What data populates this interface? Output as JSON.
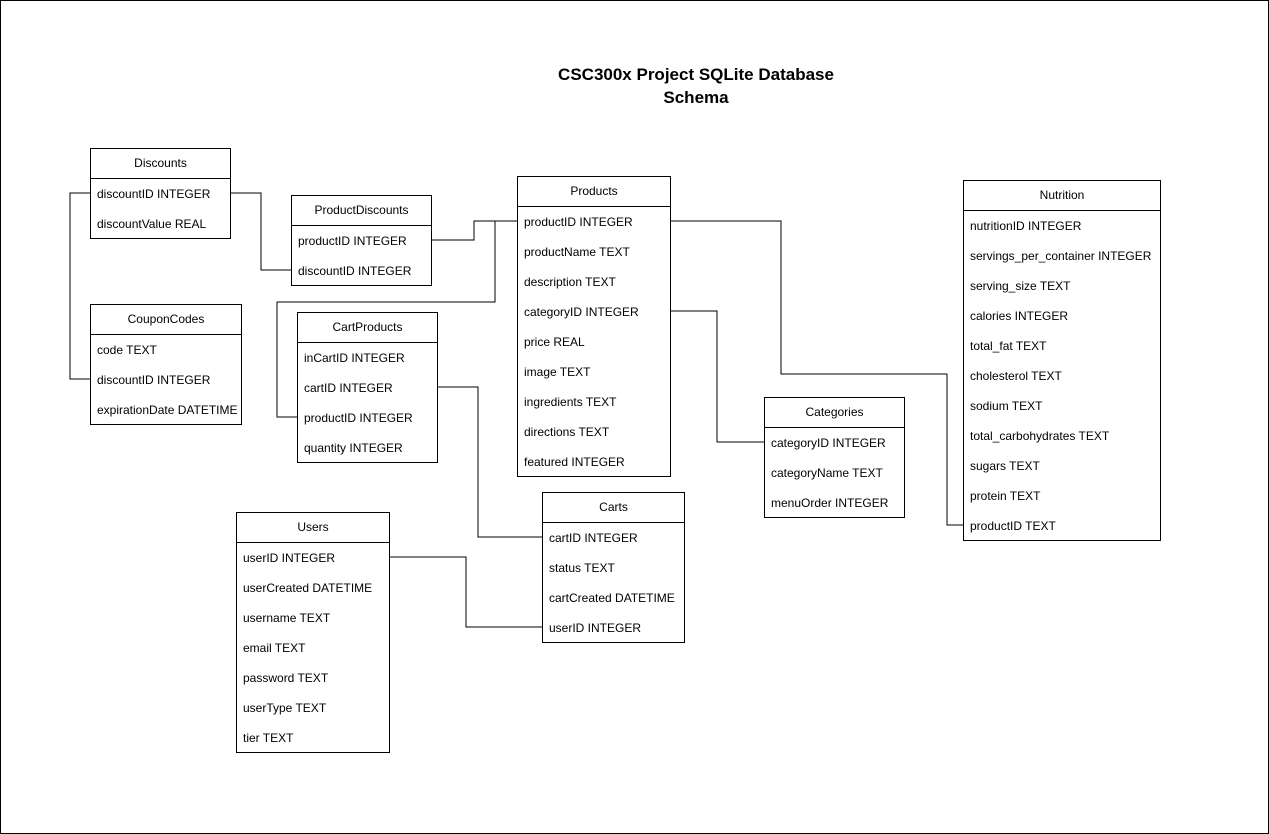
{
  "title": {
    "line1": "CSC300x Project SQLite Database",
    "line2": "Schema"
  },
  "tables": {
    "discounts": {
      "name": "Discounts",
      "fields": [
        "discountID INTEGER",
        "discountValue REAL"
      ]
    },
    "product_discounts": {
      "name": "ProductDiscounts",
      "fields": [
        "productID INTEGER",
        "discountID INTEGER"
      ]
    },
    "coupon_codes": {
      "name": "CouponCodes",
      "fields": [
        "code TEXT",
        "discountID INTEGER",
        "expirationDate DATETIME"
      ]
    },
    "cart_products": {
      "name": "CartProducts",
      "fields": [
        "inCartID INTEGER",
        "cartID INTEGER",
        "productID INTEGER",
        "quantity INTEGER"
      ]
    },
    "products": {
      "name": "Products",
      "fields": [
        "productID INTEGER",
        "productName TEXT",
        "description TEXT",
        "categoryID INTEGER",
        "price REAL",
        "image TEXT",
        "ingredients TEXT",
        "directions TEXT",
        "featured INTEGER"
      ]
    },
    "categories": {
      "name": "Categories",
      "fields": [
        "categoryID INTEGER",
        "categoryName TEXT",
        "menuOrder INTEGER"
      ]
    },
    "nutrition": {
      "name": "Nutrition",
      "fields": [
        "nutritionID INTEGER",
        "servings_per_container INTEGER",
        "serving_size TEXT",
        "calories INTEGER",
        "total_fat TEXT",
        "cholesterol TEXT",
        "sodium TEXT",
        "total_carbohydrates TEXT",
        "sugars TEXT",
        "protein TEXT",
        "productID TEXT"
      ]
    },
    "carts": {
      "name": "Carts",
      "fields": [
        "cartID INTEGER",
        "status TEXT",
        "cartCreated DATETIME",
        "userID INTEGER"
      ]
    },
    "users": {
      "name": "Users",
      "fields": [
        "userID INTEGER",
        "userCreated DATETIME",
        "username TEXT",
        "email TEXT",
        "password TEXT",
        "userType TEXT",
        "tier TEXT"
      ]
    }
  }
}
